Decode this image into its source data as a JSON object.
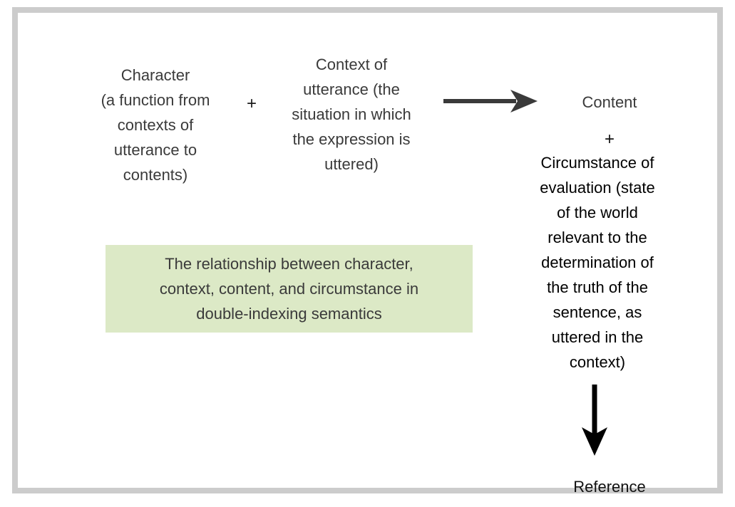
{
  "figure": {
    "border_color": "#cccccc",
    "background": "#ffffff",
    "terms": {
      "character": "Character\n(a function from\ncontexts of\nutterance to\ncontents)",
      "plus_left": "+",
      "context": "Context of\nutterance (the\nsituation in which\nthe expression is\nuttered)",
      "content": "Content",
      "plus_right": "+",
      "circumstance": "Circumstance of\nevaluation (state\nof the world\nrelevant to the\ndetermination of\nthe truth of the\nsentence, as\nuttered in the\ncontext)",
      "reference": "Reference"
    },
    "arrows": {
      "horizontal": "arrow-right-icon",
      "vertical": "arrow-down-icon",
      "color": "#3a3a3a",
      "vertical_color": "#000000"
    },
    "caption": {
      "text": "The relationship between character,\ncontext, content, and circumstance in\ndouble-indexing semantics",
      "background": "#dce9c6",
      "text_color": "#3a3a3a"
    }
  }
}
